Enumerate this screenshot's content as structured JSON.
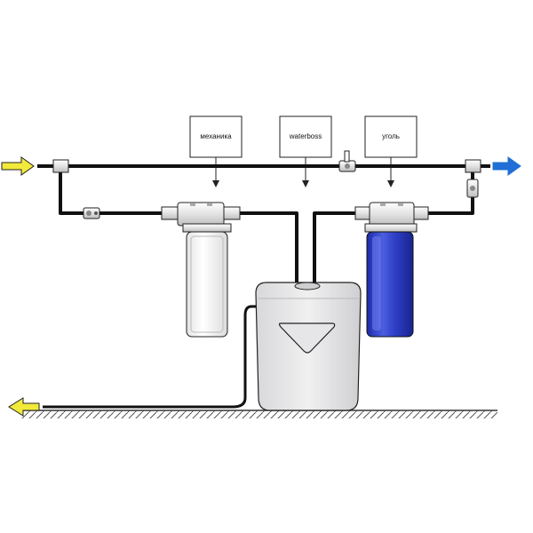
{
  "labels": {
    "mechanical": "механика",
    "softener": "waterboss",
    "carbon": "уголь"
  },
  "icons": {
    "inlet": "inlet-arrow-icon",
    "outlet": "outlet-arrow-icon",
    "drain": "drain-arrow-icon"
  },
  "colors": {
    "pipe": "#111111",
    "inlet_arrow": "#f2ea3a",
    "outlet_arrow": "#1f6fd6",
    "drain_arrow": "#f2ea3a",
    "carbon_housing": "#2f3fc7",
    "mechanical_housing": "#f7f7f7",
    "softener_body": "#e9e9ea"
  }
}
